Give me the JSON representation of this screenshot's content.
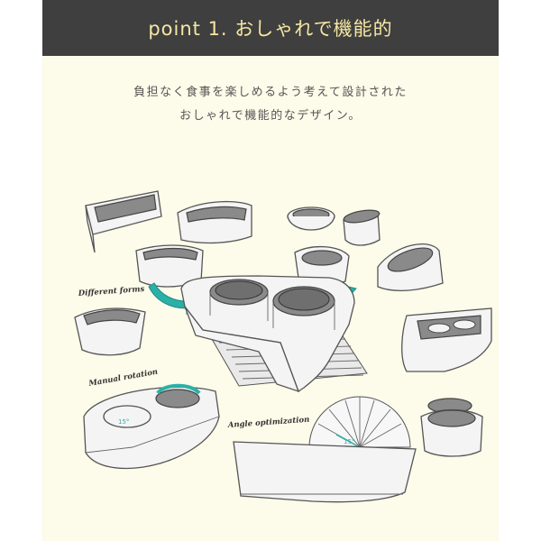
{
  "header": {
    "title": "point  1. おしゃれで機能的"
  },
  "intro": {
    "line1": "負担なく食事を楽しめるよう考えて設計された",
    "line2": "おしゃれで機能的なデザイン。"
  },
  "illustration": {
    "labels": {
      "different_forms": "Different forms",
      "manual_rotation": "Manual rotation",
      "angle_optimization": "Angle optimization",
      "angle_left": "15°",
      "angle_right": "15°"
    }
  },
  "colors": {
    "header_bg": "#3f3f3f",
    "header_text": "#f5e7a3",
    "panel_bg": "#fdfbe9",
    "accent_teal": "#2bb0a8"
  }
}
